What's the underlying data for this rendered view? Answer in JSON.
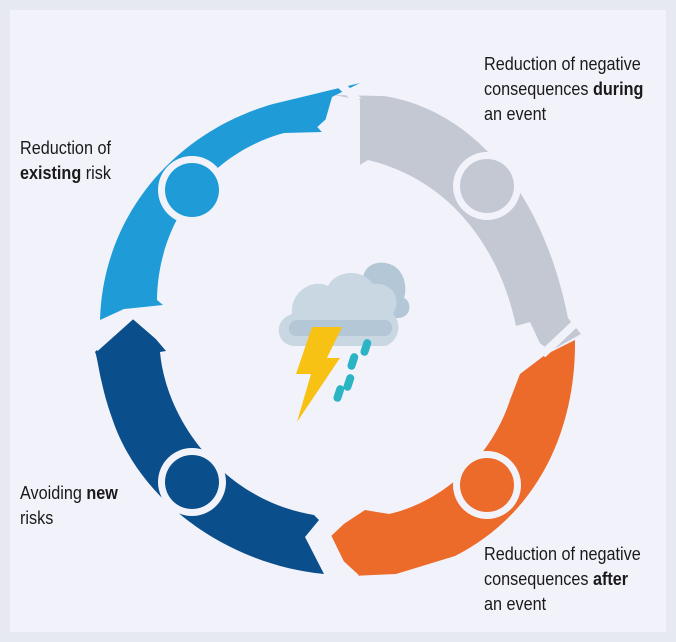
{
  "labels": {
    "existing": {
      "line1": "Reduction of",
      "bold": "existing",
      "rest": " risk"
    },
    "during": {
      "line1": "Reduction of negative",
      "pre": "consequences ",
      "bold": "during",
      "line3": "an event"
    },
    "after": {
      "line1": "Reduction of negative",
      "pre": "consequences ",
      "bold": "after",
      "line3": "an event"
    },
    "new": {
      "pre": "Avoiding ",
      "bold": "new",
      "line2": "risks"
    }
  },
  "colors": {
    "light_blue": "#1f9cd8",
    "grey": "#c3c8d3",
    "orange": "#ec6a2a",
    "dark_blue": "#0a4f8c",
    "cloud": "#b3c7d6",
    "cloud_dark": "#8aa2b6",
    "bolt": "#f7c213",
    "rain": "#2ab4c4"
  },
  "icons": {
    "center": "storm-cloud-icon"
  }
}
